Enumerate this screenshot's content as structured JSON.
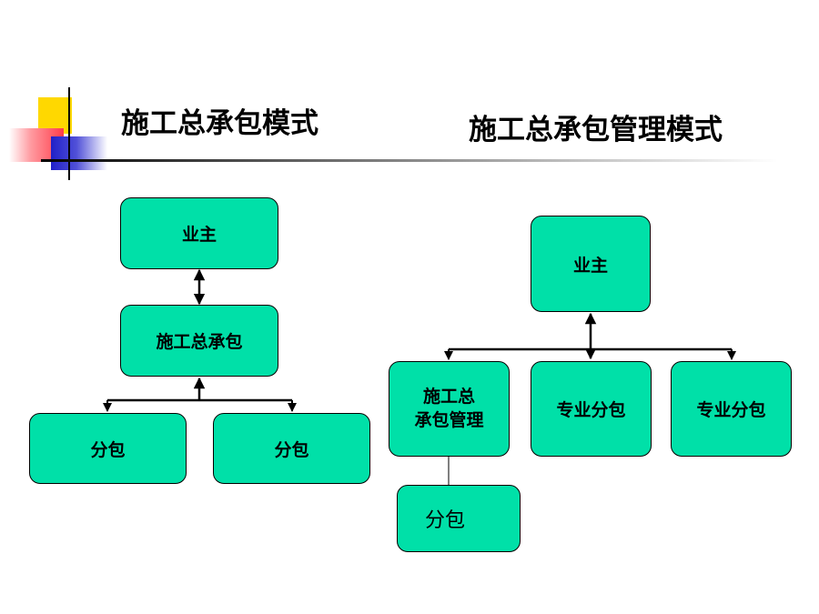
{
  "colors": {
    "box_fill": "#00e0a8",
    "deco_yellow": "#ffd800",
    "deco_red": "#ff3c4a",
    "deco_blue": "#2020c8"
  },
  "titles": {
    "left": "施工总承包模式",
    "right": "施工总承包管理模式"
  },
  "left_diagram": {
    "owner": "业主",
    "general_contractor": "施工总承包",
    "subcontractor_1": "分包",
    "subcontractor_2": "分包"
  },
  "right_diagram": {
    "owner": "业主",
    "gc_management_line1": "施工总",
    "gc_management_line2": "承包管理",
    "specialty_sub_1": "专业分包",
    "specialty_sub_2": "专业分包",
    "subcontractor": "分包"
  }
}
